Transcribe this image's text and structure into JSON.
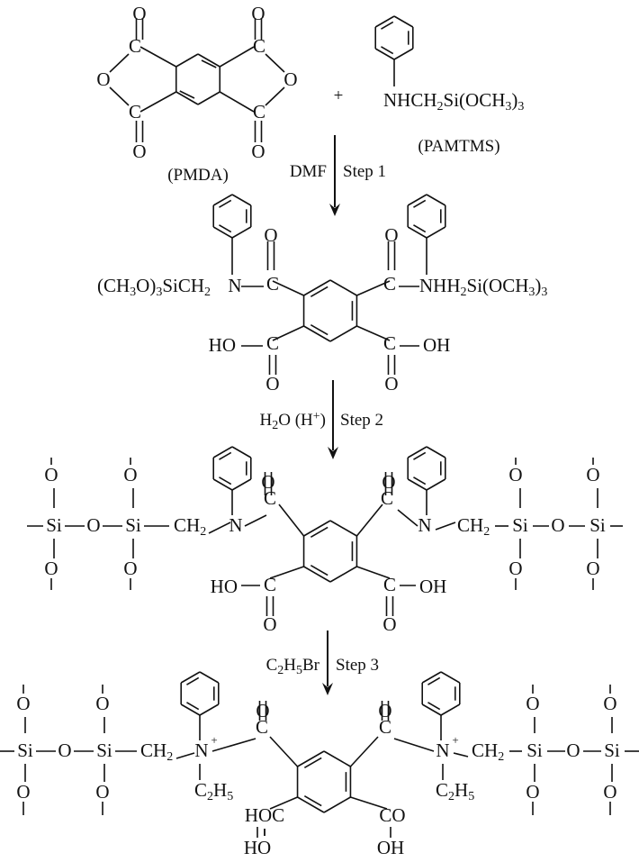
{
  "reactants": {
    "pmda_label": "(PMDA)",
    "pamtms_label": "(PAMTMS)",
    "plus": "+"
  },
  "steps": [
    {
      "conditions": "DMF",
      "label": "Step 1"
    },
    {
      "conditions": "H2O (H+)",
      "label": "Step 2"
    },
    {
      "conditions": "C2H5Br",
      "label": "Step 3"
    }
  ],
  "atoms": {
    "O": "O",
    "C": "C",
    "N": "N",
    "Si": "Si",
    "H": "H",
    "OH": "OH",
    "HO": "HO",
    "two": "2",
    "three": "3",
    "five": "5",
    "plus": "+",
    "nhch": "NHCH",
    "si_och": "Si(OCH",
    "close_paren": ")",
    "ch3o_open": "(CH",
    "o_close": "O)",
    "sich": "SiCH",
    "n": "N",
    "ch": "CH",
    "c2h5br_c": "C",
    "h": "H",
    "br": "Br",
    "h2o_h": "H",
    "h2o_o": "O (H",
    "h2o_close": ")"
  },
  "colors": {
    "ink": "#111111",
    "background": "#ffffff"
  }
}
